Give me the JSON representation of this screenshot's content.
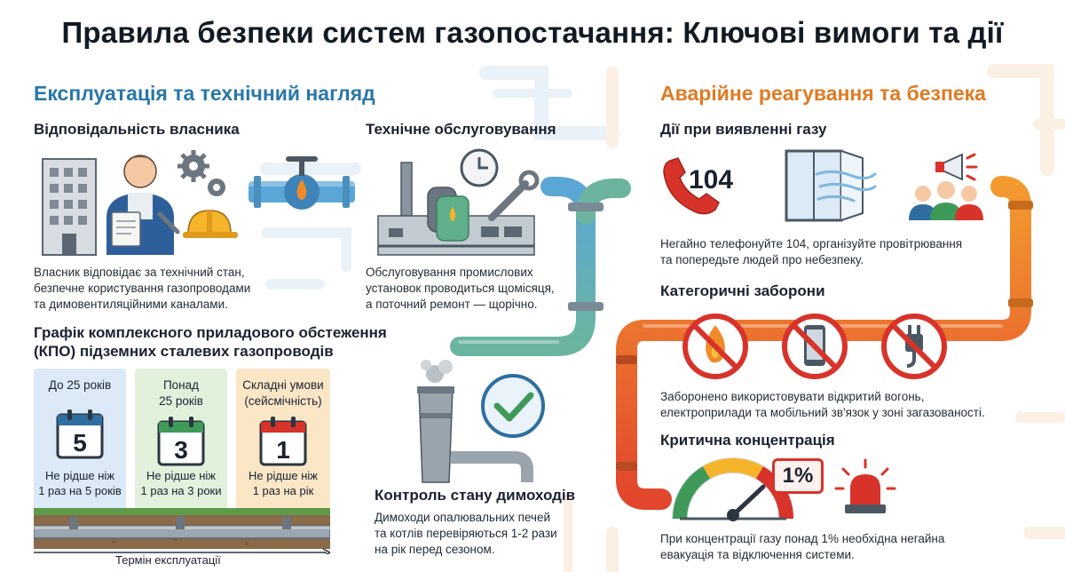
{
  "title": "Правила безпеки систем газопостачання: Ключові вимоги та дії",
  "left_section": {
    "heading": "Експлуатація та технічний нагляд",
    "owner": {
      "heading": "Відповідальність власника",
      "text": [
        "Власник відповідає за технічний стан,",
        "безпечне користування газопроводами",
        "та димовентиляційними каналами."
      ]
    },
    "maintenance": {
      "heading": "Технічне обслуговування",
      "text": [
        "Обслуговування промислових",
        "установок проводиться щомісяця,",
        "а поточний ремонт — щорічно."
      ]
    },
    "kpo": {
      "heading_lines": [
        "Графік комплексного приладового обстеження",
        "(КПО) підземних сталевих газопроводів"
      ],
      "columns": [
        {
          "title_lines": [
            "До 25 років"
          ],
          "number": "5",
          "text_lines": [
            "Не рідше ніж",
            "1 раз на 5 років"
          ],
          "color": "#dbeaf6"
        },
        {
          "title_lines": [
            "Понад",
            "25 років"
          ],
          "number": "3",
          "text_lines": [
            "Не рідше ніж",
            "1 раз на 3 роки"
          ],
          "color": "#e2f1dc"
        },
        {
          "title_lines": [
            "Складні умови",
            "(сейсмічність)"
          ],
          "number": "1",
          "text_lines": [
            "Не рідше ніж",
            "1 раз на рік"
          ],
          "color": "#fbe6c6"
        }
      ],
      "axis_label": "Термін експлуатації"
    },
    "chimney": {
      "heading": "Контроль стану димоходів",
      "text": [
        "Димоходи опалювальних печей",
        "та котлів перевіряються 1-2 рази",
        "на рік перед сезоном."
      ]
    }
  },
  "right_section": {
    "heading": "Аварійне реагування та безпека",
    "gas_detected": {
      "heading": "Дії при виявленні газу",
      "phone_number": "104",
      "text": [
        "Негайно телефонуйте 104, організуйте провітрювання",
        "та попередьте людей про небезпеку."
      ]
    },
    "prohibitions": {
      "heading": "Категоричні заборони",
      "text": [
        "Заборонено використовувати відкритий вогонь,",
        "електроприлади та мобільний зв'язок у зоні загазованості."
      ]
    },
    "critical": {
      "heading": "Критична концентрація",
      "percent_badge": "1%",
      "text": [
        "При концентрації газу понад 1% необхідна негайна",
        "евакуація та відключення системи."
      ]
    }
  },
  "colors": {
    "left_accent": "#2a77a8",
    "right_accent": "#e07a24",
    "pipe_blue": "#5aa6d6",
    "pipe_green": "#63b38f",
    "pipe_orange": "#f08a2a",
    "pipe_red": "#e2462c",
    "danger_red": "#d8332a"
  },
  "icons": [
    "office-building-icon",
    "engineer-icon",
    "gears-icon",
    "hard-hat-icon",
    "gas-valve-icon",
    "factory-icon",
    "clock-icon",
    "wrench-icon",
    "chimney-icon",
    "check-icon",
    "phone-icon",
    "open-window-icon",
    "megaphone-icon",
    "people-icon",
    "no-fire-icon",
    "no-phone-icon",
    "no-plug-icon",
    "gauge-icon",
    "siren-icon",
    "calendar-icon"
  ]
}
